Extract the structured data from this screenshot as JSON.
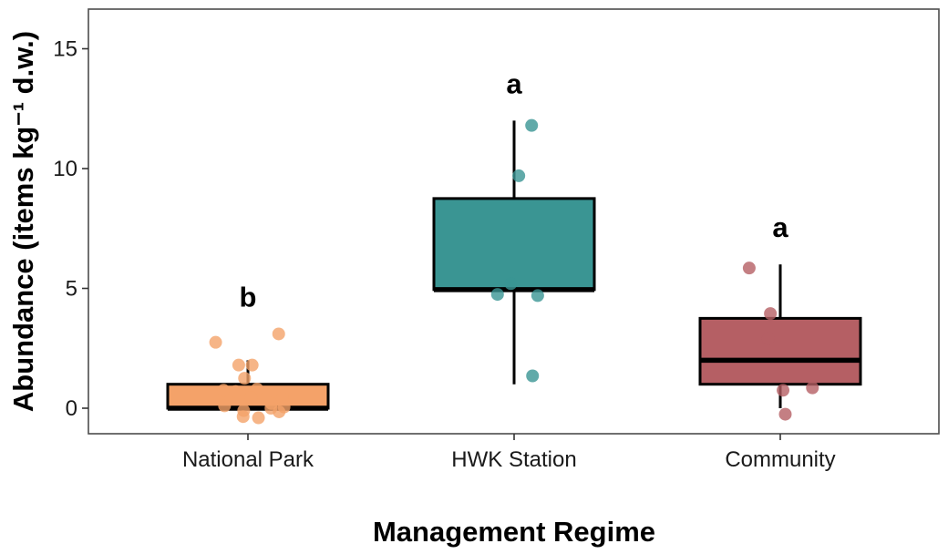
{
  "chart_data": {
    "type": "box",
    "xlabel": "Management Regime",
    "ylabel": "Abundance (items kg⁻¹ d.w.)",
    "ylim": [
      -1.1,
      16.5
    ],
    "yticks": [
      0,
      5,
      10,
      15
    ],
    "grid": false,
    "categories": [
      "National Park",
      "HWK Station",
      "Community"
    ],
    "groups": [
      {
        "name": "National Park",
        "color": "#F4A269",
        "box": {
          "min": 0,
          "q1": 0,
          "median": 0,
          "q3": 1.0,
          "max": 2.0
        },
        "letter": "b",
        "points": [
          3.1,
          2.75,
          1.8,
          1.8,
          1.25,
          0.8,
          0.75,
          0.7,
          0.45,
          0.4,
          0.2,
          0.1,
          0.05,
          0.0,
          -0.1,
          -0.15,
          -0.35,
          -0.4
        ]
      },
      {
        "name": "HWK Station",
        "color": "#3A9593",
        "box": {
          "min": 1.0,
          "q1": 4.95,
          "median": 4.95,
          "q3": 8.75,
          "max": 12.0
        },
        "letter": "a",
        "points": [
          11.8,
          9.7,
          5.2,
          4.75,
          4.7,
          1.35
        ]
      },
      {
        "name": "Community",
        "color": "#B55F64",
        "box": {
          "min": 0,
          "q1": 1.0,
          "median": 2.0,
          "q3": 3.75,
          "max": 6.0
        },
        "letter": "a",
        "points": [
          5.85,
          3.95,
          2.9,
          0.85,
          0.75,
          -0.25
        ]
      }
    ]
  }
}
